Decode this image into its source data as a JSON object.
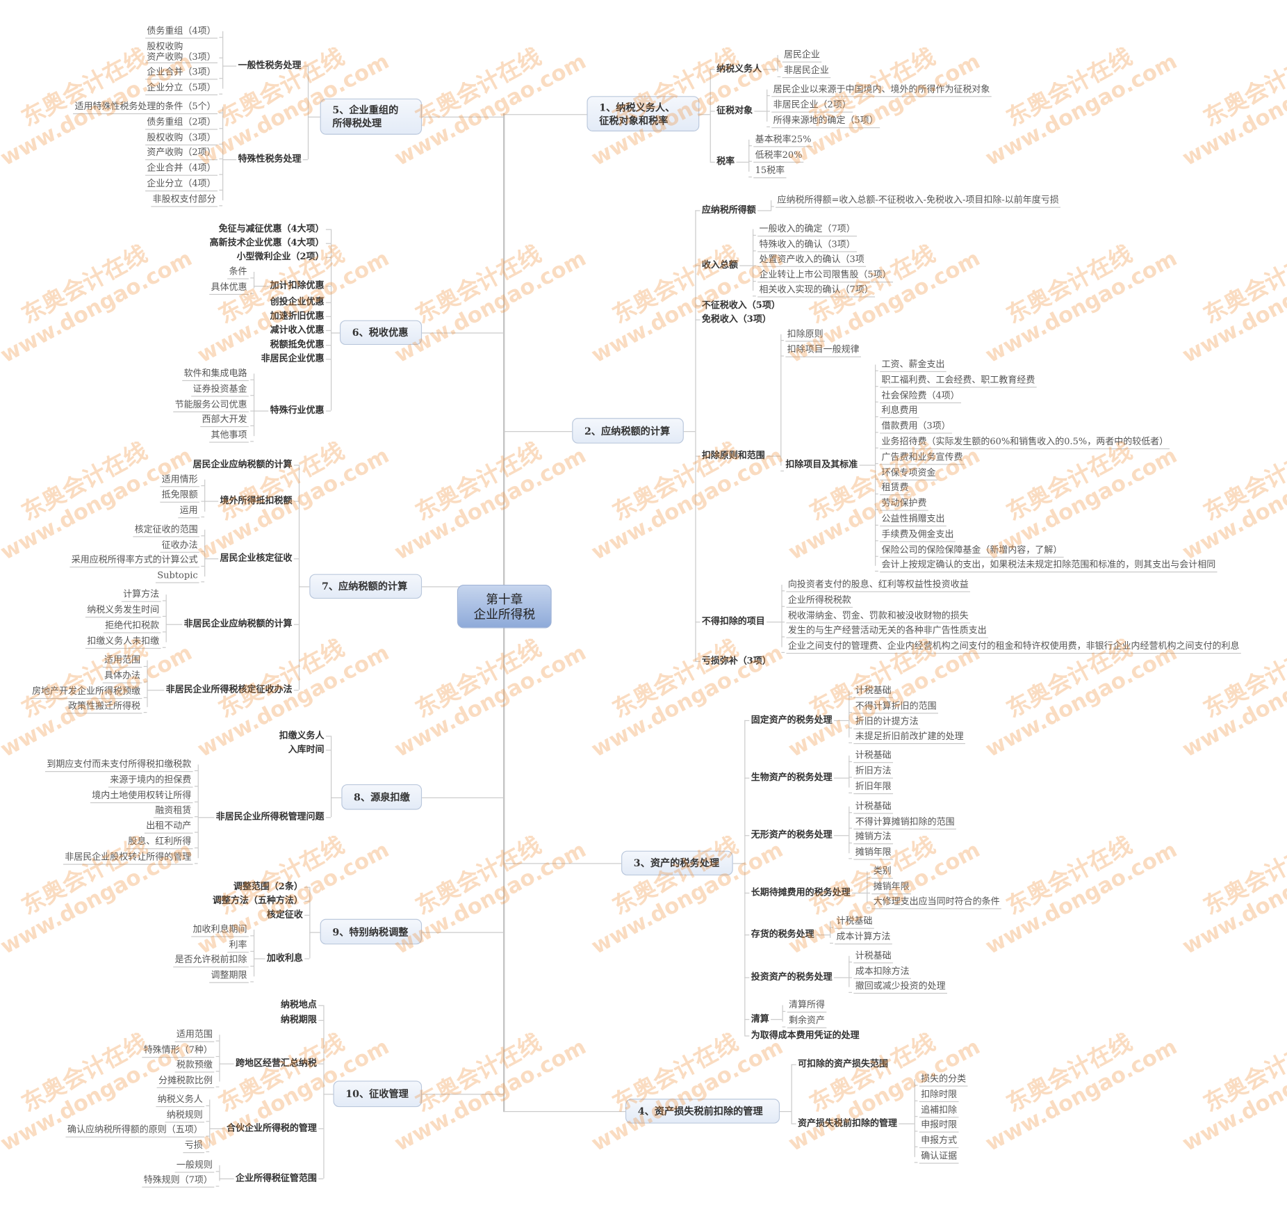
{
  "center": {
    "line1": "第十章",
    "line2": "企业所得税"
  },
  "watermark": {
    "cn": "东奥会计在线",
    "url": "www.dongao.com"
  },
  "branches": [
    {
      "label": "1、纳税义务人、\n征税对象和税率",
      "children": [
        {
          "label": "纳税义务人",
          "children": [
            {
              "label": "居民企业"
            },
            {
              "label": "非居民企业"
            }
          ]
        },
        {
          "label": "征税对象",
          "children": [
            {
              "label": "居民企业以来源于中国境内、境外的所得作为征税对象"
            },
            {
              "label": "非居民企业（2项）"
            },
            {
              "label": "所得来源地的确定（5项）"
            }
          ]
        },
        {
          "label": "税率",
          "children": [
            {
              "label": "基本税率25%"
            },
            {
              "label": "低税率20%"
            },
            {
              "label": "15税率"
            }
          ]
        }
      ]
    },
    {
      "label": "2、应纳税额的计算",
      "children": [
        {
          "label": "应纳税所得额",
          "children": [
            {
              "label": "应纳税所得额=收入总额-不征税收入-免税收入-项目扣除-以前年度亏损"
            }
          ]
        },
        {
          "label": "收入总额",
          "children": [
            {
              "label": "一般收入的确定（7项）"
            },
            {
              "label": "特殊收入的确认（3项）"
            },
            {
              "label": "处置资产收入的确认（3项"
            },
            {
              "label": "企业转让上市公司限售股（5项）"
            },
            {
              "label": "相关收入实现的确认（7项）"
            }
          ]
        },
        {
          "label": "不征税收入（5项）"
        },
        {
          "label": "免税收入（3项）"
        },
        {
          "label": "扣除原则和范围",
          "children": [
            {
              "label": "扣除原则"
            },
            {
              "label": "扣除项目一般规律"
            },
            {
              "label": "扣除项目及其标准",
              "children": [
                {
                  "label": "工资、薪金支出"
                },
                {
                  "label": "职工福利费、工会经费、职工教育经费"
                },
                {
                  "label": "社会保险费（4项）"
                },
                {
                  "label": "利息费用"
                },
                {
                  "label": "借款费用（3项）"
                },
                {
                  "label": "业务招待费（实际发生额的60%和销售收入的0.5%，两者中的较低者）"
                },
                {
                  "label": "广告费和业务宣传费"
                },
                {
                  "label": "环保专项资金"
                },
                {
                  "label": "租赁费"
                },
                {
                  "label": "劳动保护费"
                },
                {
                  "label": "公益性捐赠支出"
                },
                {
                  "label": "手续费及佣金支出"
                },
                {
                  "label": "保险公司的保险保障基金（新增内容，了解）"
                },
                {
                  "label": "会计上按规定确认的支出，如果税法未规定扣除范围和标准的，则其支出与会计相同"
                }
              ]
            }
          ]
        },
        {
          "label": "不得扣除的项目",
          "children": [
            {
              "label": "向投资者支付的股息、红利等权益性投资收益"
            },
            {
              "label": "企业所得税税款"
            },
            {
              "label": "税收滞纳金、罚金、罚款和被没收财物的损失"
            },
            {
              "label": "发生的与生产经营活动无关的各种非广告性质支出"
            },
            {
              "label": "企业之间支付的管理费、企业内经营机构之间支付的租金和特许权使用费，非银行企业内经营机构之间支付的利息"
            }
          ]
        },
        {
          "label": "亏损弥补（3项）"
        }
      ]
    },
    {
      "label": "3、资产的税务处理",
      "children": [
        {
          "label": "固定资产的税务处理",
          "children": [
            {
              "label": "计税基础"
            },
            {
              "label": "不得计算折旧的范围"
            },
            {
              "label": "折旧的计提方法"
            },
            {
              "label": "未提足折旧前改扩建的处理"
            }
          ]
        },
        {
          "label": "生物资产的税务处理",
          "children": [
            {
              "label": "计税基础"
            },
            {
              "label": "折旧方法"
            },
            {
              "label": "折旧年限"
            }
          ]
        },
        {
          "label": "无形资产的税务处理",
          "children": [
            {
              "label": "计税基础"
            },
            {
              "label": "不得计算摊销扣除的范围"
            },
            {
              "label": "摊销方法"
            },
            {
              "label": "摊销年限"
            }
          ]
        },
        {
          "label": "长期待摊费用的税务处理",
          "children": [
            {
              "label": "类别"
            },
            {
              "label": "摊销年限"
            },
            {
              "label": "大修理支出应当同时符合的条件"
            }
          ]
        },
        {
          "label": "存货的税务处理",
          "children": [
            {
              "label": "计税基础"
            },
            {
              "label": "成本计算方法"
            }
          ]
        },
        {
          "label": "投资资产的税务处理",
          "children": [
            {
              "label": "计税基础"
            },
            {
              "label": "成本扣除方法"
            },
            {
              "label": "撤回或减少投资的处理"
            }
          ]
        },
        {
          "label": "清算",
          "children": [
            {
              "label": "清算所得"
            },
            {
              "label": "剩余资产"
            }
          ]
        },
        {
          "label": "为取得成本费用凭证的处理"
        }
      ]
    },
    {
      "label": "4、资产损失税前扣除的管理",
      "children": [
        {
          "label": "可扣除的资产损失范围"
        },
        {
          "label": "资产损失税前扣除的管理",
          "children": [
            {
              "label": "损失的分类"
            },
            {
              "label": "扣除时限"
            },
            {
              "label": "追補扣除"
            },
            {
              "label": "申报时限"
            },
            {
              "label": "申报方式"
            },
            {
              "label": "确认证据"
            }
          ]
        }
      ]
    },
    {
      "label": "5、企业重组的\n所得税处理",
      "children": [
        {
          "label": "一般性税务处理",
          "children": [
            {
              "label": "债务重组（4项）"
            },
            {
              "label": "股权收购\n资产收购（3项）"
            },
            {
              "label": "企业合并（3项）"
            },
            {
              "label": "企业分立（5项）"
            }
          ]
        },
        {
          "label": "特殊性税务处理",
          "children": [
            {
              "label": "适用特殊性税务处理的条件（5个）"
            },
            {
              "label": "债务重组（2项）"
            },
            {
              "label": "股权收购（3项）"
            },
            {
              "label": "资产收购（2项）"
            },
            {
              "label": "企业合并（4项）"
            },
            {
              "label": "企业分立（4项）"
            },
            {
              "label": "非股权支付部分"
            }
          ]
        }
      ]
    },
    {
      "label": "6、税收优惠",
      "children": [
        {
          "label": "免征与减征优惠（4大项）"
        },
        {
          "label": "高新技术企业优惠（4大项）"
        },
        {
          "label": "小型微利企业（2项）"
        },
        {
          "label": "加计扣除优惠",
          "children": [
            {
              "label": "条件"
            },
            {
              "label": "具体优惠"
            }
          ]
        },
        {
          "label": "创投企业优惠"
        },
        {
          "label": "加速折旧优惠"
        },
        {
          "label": "减计收入优惠"
        },
        {
          "label": "税额抵免优惠"
        },
        {
          "label": "非居民企业优惠"
        },
        {
          "label": "特殊行业优惠",
          "children": [
            {
              "label": "软件和集成电路"
            },
            {
              "label": "证券投资基金"
            },
            {
              "label": "节能服务公司优惠"
            },
            {
              "label": "西部大开发"
            },
            {
              "label": "其他事项"
            }
          ]
        }
      ]
    },
    {
      "label": "7、应纳税额的计算",
      "children": [
        {
          "label": "居民企业应纳税额的计算"
        },
        {
          "label": "境外所得抵扣税额",
          "children": [
            {
              "label": "适用情形"
            },
            {
              "label": "抵免限额"
            },
            {
              "label": "运用"
            }
          ]
        },
        {
          "label": "居民企业核定征收",
          "children": [
            {
              "label": "核定征收的范围"
            },
            {
              "label": "征收办法"
            },
            {
              "label": "采用应税所得率方式的计算公式"
            },
            {
              "label": "Subtopic"
            }
          ]
        },
        {
          "label": "非居民企业应纳税额的计算",
          "children": [
            {
              "label": "计算方法"
            },
            {
              "label": "纳税义务发生时间"
            },
            {
              "label": "拒绝代扣税款"
            },
            {
              "label": "扣缴义务人未扣缴"
            }
          ]
        },
        {
          "label": "非居民企业所得税核定征收办法",
          "children": [
            {
              "label": "适用范围"
            },
            {
              "label": "具体办法"
            },
            {
              "label": "房地产开发企业所得税预缴"
            },
            {
              "label": "政策性搬迁所得税"
            }
          ]
        }
      ]
    },
    {
      "label": "8、源泉扣缴",
      "children": [
        {
          "label": "扣缴义务人"
        },
        {
          "label": "入库时间"
        },
        {
          "label": "非居民企业所得税管理问题",
          "children": [
            {
              "label": "到期应支付而未支付所得税扣缴税款"
            },
            {
              "label": "来源于境内的担保费"
            },
            {
              "label": "境内土地使用权转让所得"
            },
            {
              "label": "融资租赁"
            },
            {
              "label": "出租不动产"
            },
            {
              "label": "股息、红利所得"
            },
            {
              "label": "非居民企业股权转让所得的管理"
            }
          ]
        }
      ]
    },
    {
      "label": "9、特别纳税调整",
      "children": [
        {
          "label": "调整范围（2条）"
        },
        {
          "label": "调整方法（五种方法）"
        },
        {
          "label": "核定征收"
        },
        {
          "label": "加收利息",
          "children": [
            {
              "label": "加收利息期间"
            },
            {
              "label": "利率"
            },
            {
              "label": "是否允许税前扣除"
            },
            {
              "label": "调整期限"
            }
          ]
        }
      ]
    },
    {
      "label": "10、征收管理",
      "children": [
        {
          "label": "纳税地点"
        },
        {
          "label": "纳税期限"
        },
        {
          "label": "跨地区经营汇总纳税",
          "children": [
            {
              "label": "适用范围"
            },
            {
              "label": "特殊情形（7种）"
            },
            {
              "label": "税款预缴"
            },
            {
              "label": "分摊税款比例"
            }
          ]
        },
        {
          "label": "合伙企业所得税的管理",
          "children": [
            {
              "label": "纳税义务人"
            },
            {
              "label": "纳税规则"
            },
            {
              "label": "确认应纳税所得额的原则（五项）"
            },
            {
              "label": "亏损"
            }
          ]
        },
        {
          "label": "企业所得税征管范围",
          "children": [
            {
              "label": "一般规则"
            },
            {
              "label": "特殊规则（7项）"
            }
          ]
        }
      ]
    }
  ]
}
